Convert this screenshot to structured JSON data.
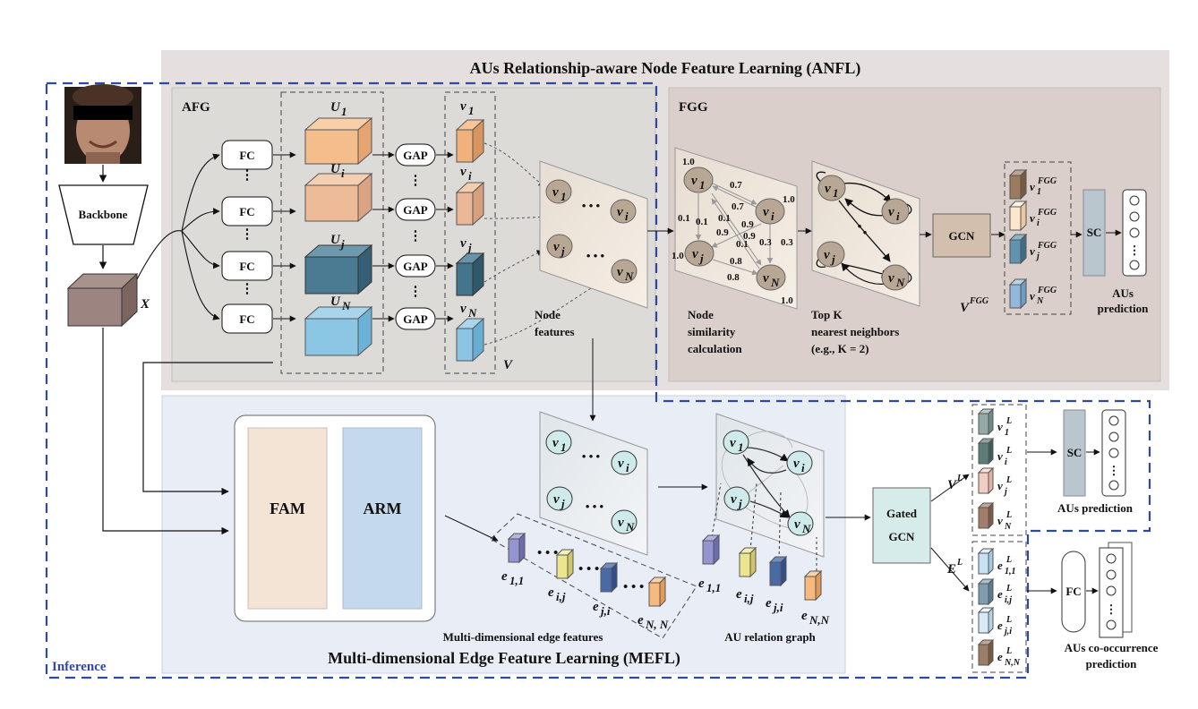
{
  "titles": {
    "anfl": "AUs Relationship-aware Node Feature Learning (ANFL)",
    "mefl": "Multi-dimensional Edge Feature Learning (MEFL)",
    "afg": "AFG",
    "fgg": "FGG",
    "inference": "Inference"
  },
  "input": {
    "backbone": "Backbone",
    "x": "X"
  },
  "afg": {
    "fc": "FC",
    "gap": "GAP",
    "u1": "U",
    "u1_sub": "1",
    "ui": "U",
    "ui_sub": "i",
    "uj": "U",
    "uj_sub": "j",
    "un": "U",
    "un_sub": "N",
    "v1": "v",
    "v1_sub": "1",
    "vi": "v",
    "vi_sub": "i",
    "vj": "v",
    "vj_sub": "j",
    "vn": "v",
    "vn_sub": "N",
    "v": "V",
    "node_features_1": "Node",
    "node_features_2": "features"
  },
  "nodes": {
    "n1": "1",
    "ni": "i",
    "nj": "j",
    "nn": "N",
    "letter": "v"
  },
  "fgg": {
    "sim_1": "Node",
    "sim_2": "similarity",
    "sim_3": "calculation",
    "topk_1": "Top K",
    "topk_2": "nearest neighbors",
    "topk_3": "(e.g., K = 2)",
    "gcn": "GCN",
    "sc": "SC",
    "pred_1": "AUs",
    "pred_2": "prediction",
    "vfgg": "V",
    "vfgg_sup": "FGG",
    "weights": [
      "1.0",
      "0.7",
      "1.0",
      "0.7",
      "0.1",
      "0.1",
      "0.1",
      "0.9",
      "0.9",
      "0.9",
      "0.1",
      "0.3",
      "0.3",
      "1.0",
      "0.8",
      "0.8",
      "1.0"
    ]
  },
  "mefl": {
    "fam": "FAM",
    "arm": "ARM",
    "edge_caption": "Multi-dimensional edge features",
    "graph_caption": "AU relation graph",
    "e11": "1,1",
    "eij": "i,j",
    "eji": "j,i",
    "enn": "N, N",
    "enn2": "N,N",
    "e": "e",
    "gated_1": "Gated",
    "gated_2": "GCN",
    "vl": "V",
    "vl_sup": "L",
    "el": "E",
    "el_sup": "L",
    "sc": "SC",
    "fc": "FC",
    "au_pred": "AUs prediction",
    "co_1": "AUs co-occurrence",
    "co_2": "prediction",
    "l": "L"
  }
}
